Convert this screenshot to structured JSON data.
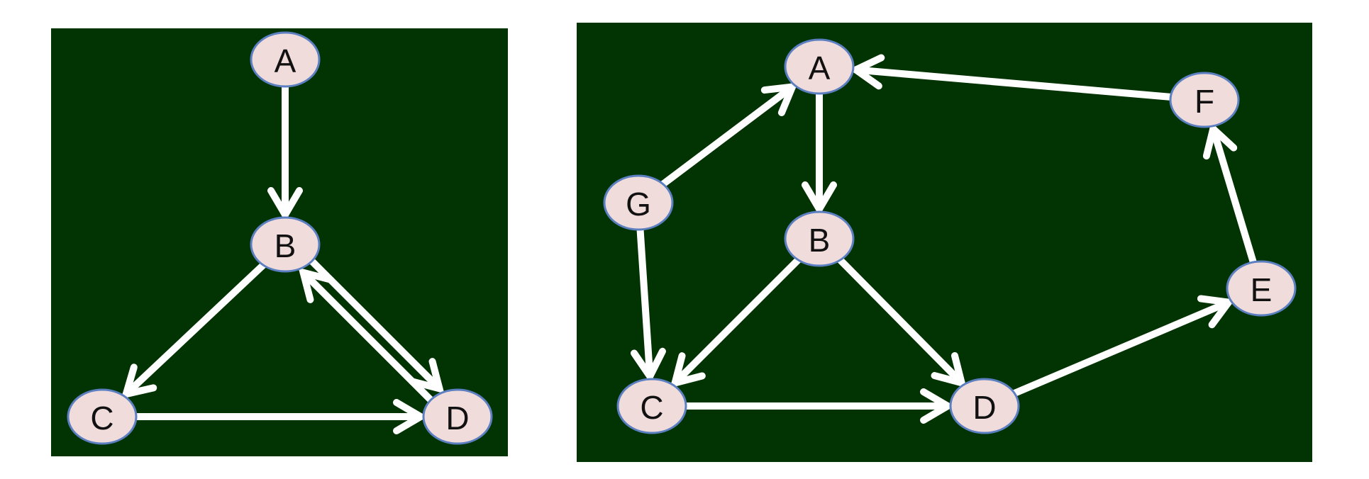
{
  "diagrams": [
    {
      "id": "left",
      "nodes": [
        {
          "id": "A",
          "label": "A"
        },
        {
          "id": "B",
          "label": "B"
        },
        {
          "id": "C",
          "label": "C"
        },
        {
          "id": "D",
          "label": "D"
        }
      ],
      "edges": [
        {
          "from": "A",
          "to": "B"
        },
        {
          "from": "B",
          "to": "C"
        },
        {
          "from": "B",
          "to": "D"
        },
        {
          "from": "D",
          "to": "B"
        },
        {
          "from": "C",
          "to": "D"
        }
      ]
    },
    {
      "id": "right",
      "nodes": [
        {
          "id": "A",
          "label": "A"
        },
        {
          "id": "B",
          "label": "B"
        },
        {
          "id": "C",
          "label": "C"
        },
        {
          "id": "D",
          "label": "D"
        },
        {
          "id": "E",
          "label": "E"
        },
        {
          "id": "F",
          "label": "F"
        },
        {
          "id": "G",
          "label": "G"
        }
      ],
      "edges": [
        {
          "from": "A",
          "to": "B"
        },
        {
          "from": "B",
          "to": "C"
        },
        {
          "from": "B",
          "to": "D"
        },
        {
          "from": "C",
          "to": "D"
        },
        {
          "from": "D",
          "to": "E"
        },
        {
          "from": "E",
          "to": "F"
        },
        {
          "from": "F",
          "to": "A"
        },
        {
          "from": "G",
          "to": "A"
        },
        {
          "from": "G",
          "to": "C"
        }
      ]
    }
  ],
  "colors": {
    "background": "#023302",
    "node_fill": "#f1dcdc",
    "node_stroke": "#5b7fc0",
    "edge": "#ffffff",
    "label": "#111111"
  }
}
